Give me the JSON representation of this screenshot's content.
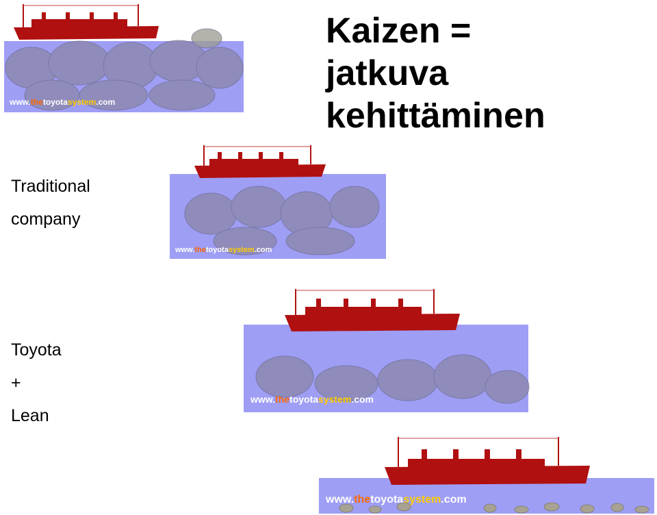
{
  "title": {
    "line1": "Kaizen =",
    "line2": "jatkuva",
    "line3": "kehittäminen"
  },
  "labels": {
    "traditional_line1": "Traditional",
    "traditional_line2": "company",
    "toyota_line1": "Toyota",
    "toyota_line2": "+",
    "toyota_line3": "Lean"
  },
  "watermark": {
    "prefix": "www.",
    "the": "the",
    "toyota": "toyota",
    "system": "system",
    "suffix": ".com"
  },
  "colors": {
    "water": "#9e9ef5",
    "ship": "#b01010",
    "rock": "#8a86a8",
    "watermark_the": "#ff6600",
    "watermark_toyota": "#ffffff",
    "watermark_system": "#ffcc00"
  }
}
